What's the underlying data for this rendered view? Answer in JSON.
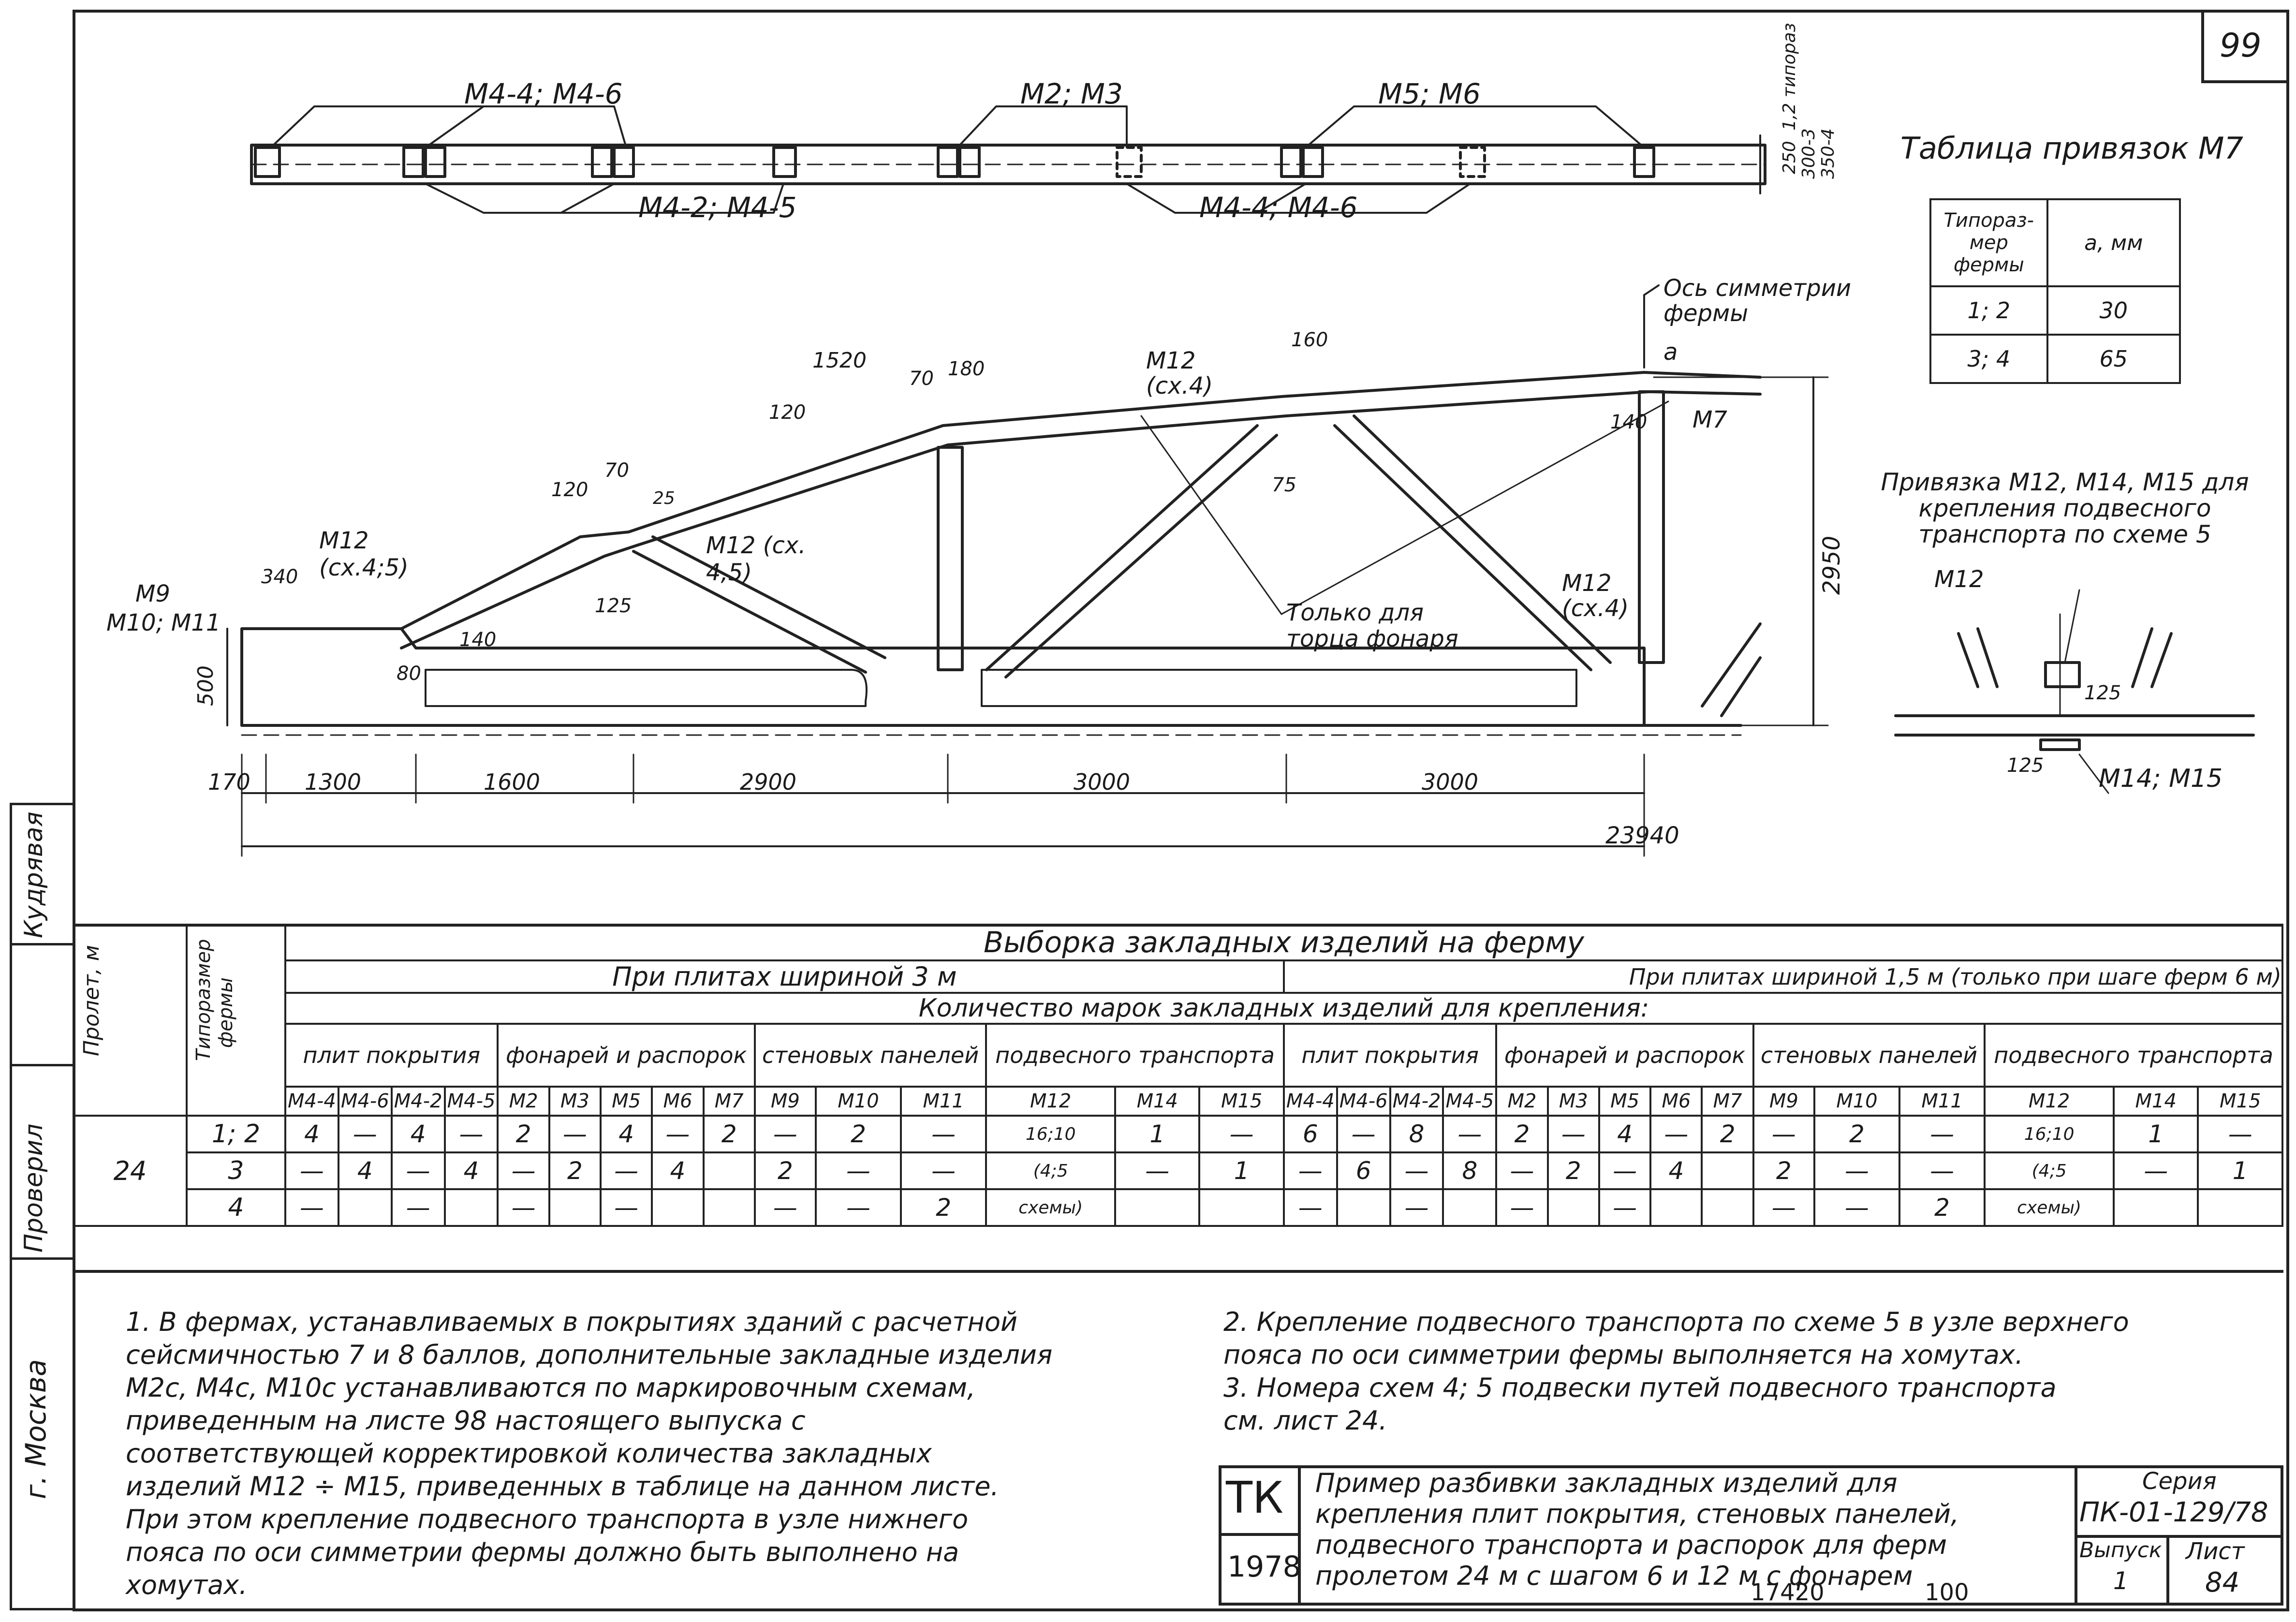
{
  "sheet": {
    "number": "99",
    "city": "г. Москва",
    "stamp_roles": [
      "Проверил",
      "Кудрявая"
    ]
  },
  "plan": {
    "labels": [
      "М4-4; М4-6",
      "М2; М3",
      "М5; М6",
      "М4-2; М4-5",
      "М4-4; М4-6"
    ],
    "side_dims": [
      "250",
      "1,2 типораз",
      "300-3",
      "350-4"
    ]
  },
  "truss": {
    "title_note": "Ось симметрии фермы",
    "labels": {
      "m12_sx45_left": "М12 (сх.4;5)",
      "m12_sx45_mid": "М12 (сх. 4,5)",
      "m12_sx4_top": "М12 (сх.4)",
      "m12_sx4_right": "М12 (сх.4)",
      "m9": "М9",
      "m10_m11": "М10; М11",
      "m7": "М7",
      "only_for": "Только для торца фонаря",
      "a": "а"
    },
    "dims_top": [
      "1520",
      "120",
      "70",
      "180",
      "160",
      "120",
      "70",
      "25",
      "75",
      "125",
      "140",
      "340",
      "80",
      "140",
      "2950",
      "500"
    ],
    "dims_bottom": [
      "170",
      "1300",
      "1600",
      "2900",
      "3000",
      "3000"
    ],
    "total": "23940"
  },
  "m7_table": {
    "title": "Таблица привязок М7",
    "headers": [
      "Типораз-мер фермы",
      "а, мм"
    ],
    "rows": [
      [
        "1; 2",
        "30"
      ],
      [
        "3; 4",
        "65"
      ]
    ]
  },
  "detail": {
    "title": "Привязка М12, М14, М15 для крепления подвесного транспорта по схеме 5",
    "labels": [
      "М12",
      "125",
      "125",
      "М14; М15"
    ]
  },
  "main_table": {
    "title": "Выборка закладных изделий на ферму",
    "group_3m": "При плитах шириной 3 м",
    "group_15m": "При плитах шириной 1,5 м (только при шаге ферм 6 м)",
    "subtitle": "Количество марок закладных изделий для крепления:",
    "col_span": "Пролет, м",
    "col_type": "Типоразмер фермы",
    "categories": [
      "плит покрытия",
      "фонарей и распорок",
      "стеновых панелей",
      "подвесного транспорта"
    ],
    "marks": [
      "М4-4",
      "М4-6",
      "М4-2",
      "М4-5",
      "М2",
      "М3",
      "М5",
      "М6",
      "М7",
      "М9",
      "М10",
      "М11",
      "М12",
      "М14",
      "М15"
    ],
    "span_value": "24",
    "rows": [
      {
        "type": "1; 2",
        "a": [
          "4",
          "—",
          "4",
          "—",
          "2",
          "—",
          "4",
          "—",
          "2",
          "—",
          "2",
          "—",
          "16;10",
          "1",
          "—"
        ],
        "b": [
          "6",
          "—",
          "8",
          "—",
          "2",
          "—",
          "4",
          "—",
          "2",
          "—",
          "2",
          "—",
          "16;10",
          "1",
          "—"
        ]
      },
      {
        "type": "3",
        "a": [
          "—",
          "4",
          "—",
          "4",
          "—",
          "2",
          "—",
          "4",
          "",
          "2",
          "—",
          "—",
          "(4;5",
          "—",
          "1"
        ],
        "b": [
          "—",
          "6",
          "—",
          "8",
          "—",
          "2",
          "—",
          "4",
          "",
          "2",
          "—",
          "—",
          "(4;5",
          "—",
          "1"
        ]
      },
      {
        "type": "4",
        "a": [
          "—",
          "",
          "—",
          "",
          "—",
          "",
          "—",
          "",
          "",
          "—",
          "—",
          "2",
          "схемы)",
          "",
          ""
        ],
        "b": [
          "—",
          "",
          "—",
          "",
          "—",
          "",
          "—",
          "",
          "",
          "—",
          "—",
          "2",
          "схемы)",
          "",
          ""
        ]
      }
    ]
  },
  "notes": {
    "left": [
      "1. В фермах, устанавливаемых в покрытиях зданий с расчетной",
      "сейсмичностью 7 и 8 баллов, дополнительные закладные изделия",
      "М2с, М4с, М10с устанавливаются по маркировочным схемам,",
      "приведенным на листе 98 настоящего выпуска с",
      "соответствующей корректировкой количества закладных",
      "изделий М12 ÷ М15, приведенных в таблице на данном листе.",
      "При этом крепление подвесного транспорта в узле нижнего",
      "пояса по оси симметрии фермы должно быть выполнено на",
      "хомутах."
    ],
    "right": [
      "2. Крепление подвесного транспорта по схеме 5 в узле верхнего",
      "пояса по оси симметрии фермы выполняется на хомутах.",
      "3. Номера схем 4; 5 подвески путей подвесного транспорта",
      "см. лист 24."
    ]
  },
  "title_block": {
    "org": "ТК",
    "year": "1978",
    "description": [
      "Пример разбивки закладных изделий для",
      "крепления плит покрытия, стеновых панелей,",
      "подвесного транспорта и распорок для ферм",
      "пролетом 24 м с шагом 6 и   12 м с фонарем"
    ],
    "series_label": "Серия",
    "series": "ПК-01-129/78",
    "issue_label": "Выпуск",
    "issue": "1",
    "sheet_label": "Лист",
    "sheet": "84"
  },
  "footer": {
    "code1": "17420",
    "code2": "100"
  }
}
